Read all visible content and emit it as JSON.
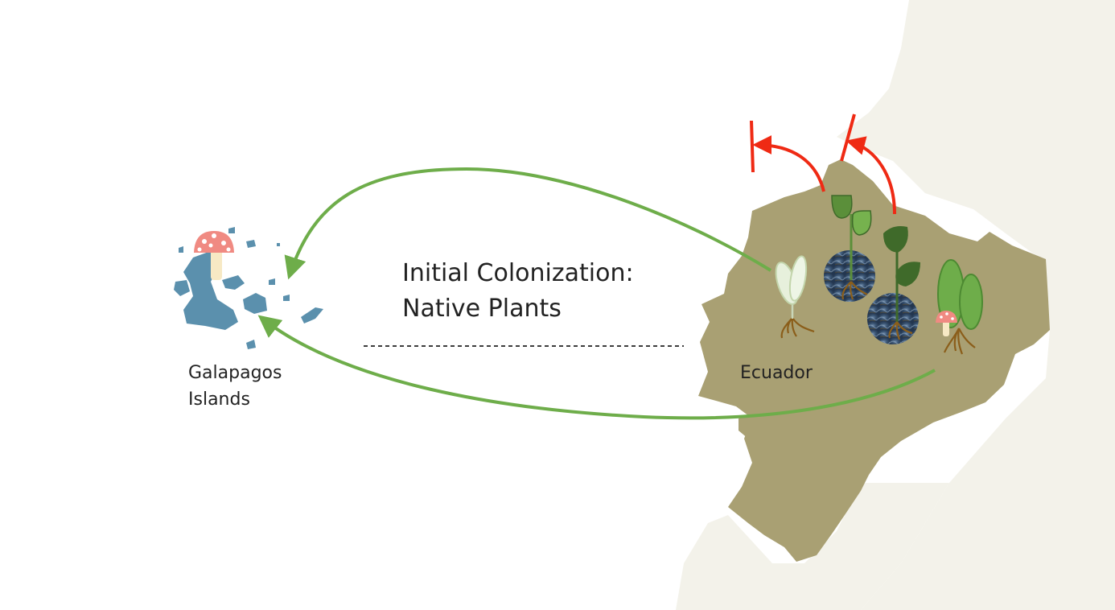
{
  "title": {
    "line1": "Initial Colonization:",
    "line2": "Native Plants"
  },
  "labels": {
    "galapagos_line1": "Galapagos",
    "galapagos_line2": "Islands",
    "ecuador": "Ecuador"
  },
  "icons": [
    "mushroom-icon",
    "seedling-icon",
    "soil-circle-icon",
    "leaf-icon",
    "root-icon",
    "blocked-arrow-icon"
  ],
  "colors": {
    "ecuador_land": "#a9a073",
    "neighbor_land": "#f3f2ea",
    "islands": "#5b90ad",
    "migration_arrow": "#6ead4a",
    "blocked_arrow": "#ef2a14",
    "mushroom_cap": "#f08a82",
    "plant_dark": "#3f6a2a",
    "plant_mid": "#5b8f3a",
    "plant_light": "#76b24e",
    "root": "#8b5e1a"
  }
}
